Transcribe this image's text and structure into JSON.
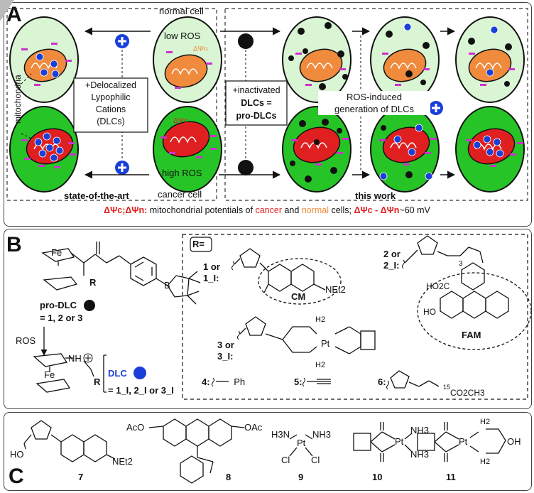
{
  "colors": {
    "cell_normal": "#d9f5d3",
    "cell_cancer": "#27c427",
    "mito_normal": "#f08a3c",
    "mito_cancer": "#e02020",
    "cation_blue": "#1a3fd8",
    "charge_magenta": "#cc33cc",
    "cancer_text": "#e02020",
    "normal_text": "#f08a3c"
  },
  "panelA": {
    "letter": "A",
    "label_normal_cell": "normal cell",
    "label_low_ros": "low ROS",
    "label_high_ros": "high ROS",
    "label_cancer_cell": "cancer cell",
    "label_mitochondria": "mitochondria",
    "psi_n": "ΔΨn",
    "psi_c": "ΔΨc",
    "dlc_box": [
      "+Delocalized",
      "Lypophilic",
      "Cations",
      "(DLCs)"
    ],
    "prodlc_box": [
      "+inactivated",
      "DLCs =",
      "pro-DLCs"
    ],
    "ros_induced": [
      "ROS-induced",
      "generation of DLCs"
    ],
    "state_of_the_art": "state-of-the-art",
    "this_work": "this work",
    "caption_psi": "ΔΨc;ΔΨn:",
    "caption_text1": "mitochondrial potentials of",
    "caption_cancer": "cancer",
    "caption_and": "and",
    "caption_normal": "normal",
    "caption_cells": "cells;",
    "caption_diff": "ΔΨc - ΔΨn",
    "caption_value": "~60 mV"
  },
  "panelB": {
    "letter": "B",
    "fe": "Fe",
    "r": "R",
    "pro_dlc_label": "pro-DLC",
    "pro_dlc_eq": "= 1, 2 or 3",
    "ros": "ROS",
    "dlc_label": "DLC",
    "dlc_eq": "= 1_I, 2_I or 3_I",
    "boron": "B",
    "r_eq": "R=",
    "cmpd1": [
      "1 or",
      "1_I:"
    ],
    "cmpd2": [
      "2 or",
      "2_I:"
    ],
    "cmpd3": [
      "3 or",
      "3_I:"
    ],
    "cm": "CM",
    "fam": "FAM",
    "net2": "NEt2",
    "ho2c": "HO2C",
    "ho": "HO",
    "nh": "NH",
    "pt": "Pt",
    "h2": "H2",
    "sub3": "3",
    "sub15": "15",
    "cmpd4": "4:",
    "ph": "Ph",
    "cmpd5": "5:",
    "cmpd6": "6:",
    "co2ch3": "CO2CH3"
  },
  "panelC": {
    "letter": "C",
    "c7": "7",
    "c8": "8",
    "c9": "9",
    "c10": "10",
    "c11": "11",
    "ho": "HO",
    "oh": "OH",
    "aco": "AcO",
    "oac": "OAc",
    "net2": "NEt2",
    "h3n": "H3N",
    "nh3": "NH3",
    "cl": "Cl",
    "pt": "Pt",
    "h2": "H2"
  }
}
